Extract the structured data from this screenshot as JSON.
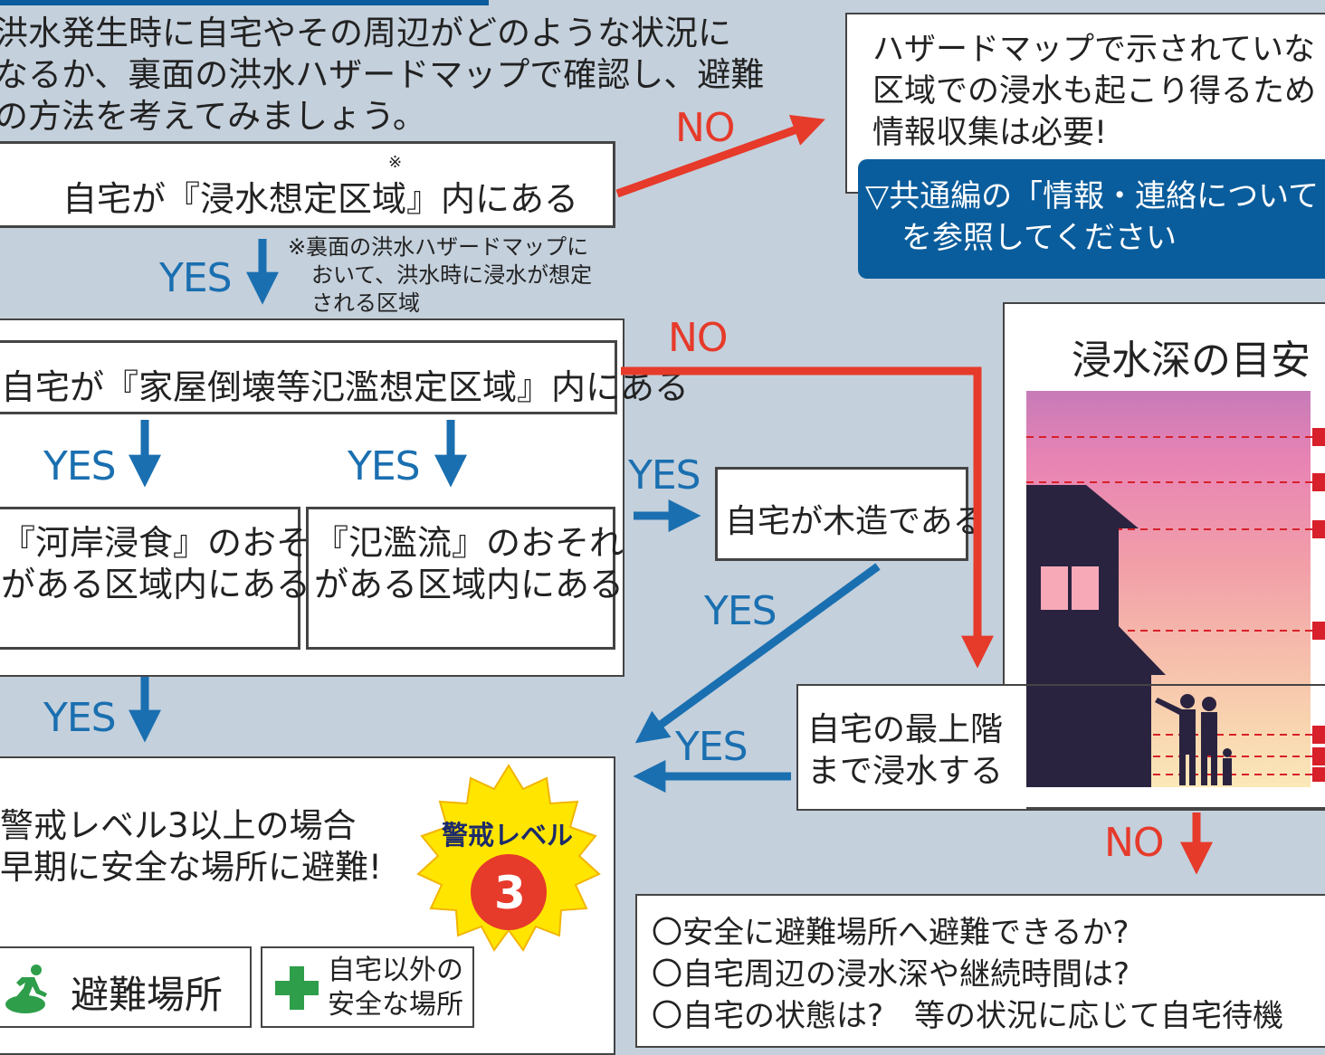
{
  "intro": {
    "line1": "洪水発生時に自宅やその周辺がどのような状況に",
    "line2": "なるか、裏面の洪水ハザードマップで確認し、避難",
    "line3": "の方法を考えてみましょう。"
  },
  "q1": {
    "text": "自宅が『浸水想定区域』内にある",
    "mark": "※"
  },
  "note": {
    "line1": "※裏面の洪水ハザードマップに",
    "line2": "おいて、洪水時に浸水が想定",
    "line3": "される区域"
  },
  "q2": {
    "text": "自宅が『家屋倒壊等氾濫想定区域』内にある"
  },
  "q2a": {
    "line1": "『河岸浸食』のおそれ",
    "line2": "がある区域内にある"
  },
  "q2b": {
    "line1": "『氾濫流』のおそれ",
    "line2": "がある区域内にある"
  },
  "q3": {
    "text": "自宅が木造である"
  },
  "q4": {
    "line1": "自宅の最上階",
    "line2": "まで浸水する"
  },
  "no_box": {
    "line1": "ハザードマップで示されていな",
    "line2": "区域での浸水も起こり得るため",
    "line3": "情報収集は必要!",
    "ref_line1": "▽共通編の「情報・連絡について",
    "ref_line2": "を参照してください"
  },
  "depth": {
    "title": "浸水深の目安"
  },
  "evac": {
    "line1": "警戒レベル3以上の場合",
    "line2": "早期に安全な場所に避難!",
    "badge_label": "警戒レベル",
    "badge_number": "3",
    "place1": "避難場所",
    "place2_line1": "自宅以外の",
    "place2_line2": "安全な場所"
  },
  "stay": {
    "line1": "〇安全に避難場所へ避難できるか?",
    "line2": "〇自宅周辺の浸水深や継続時間は?",
    "line3": "〇自宅の状態は?　等の状況に応じて自宅待機"
  },
  "labels": {
    "yes": "YES",
    "no": "NO"
  },
  "colors": {
    "yes": "#1a6fb0",
    "no": "#e63a2a",
    "ref_bg": "#0a5d9c",
    "badge": "#ffe500"
  }
}
